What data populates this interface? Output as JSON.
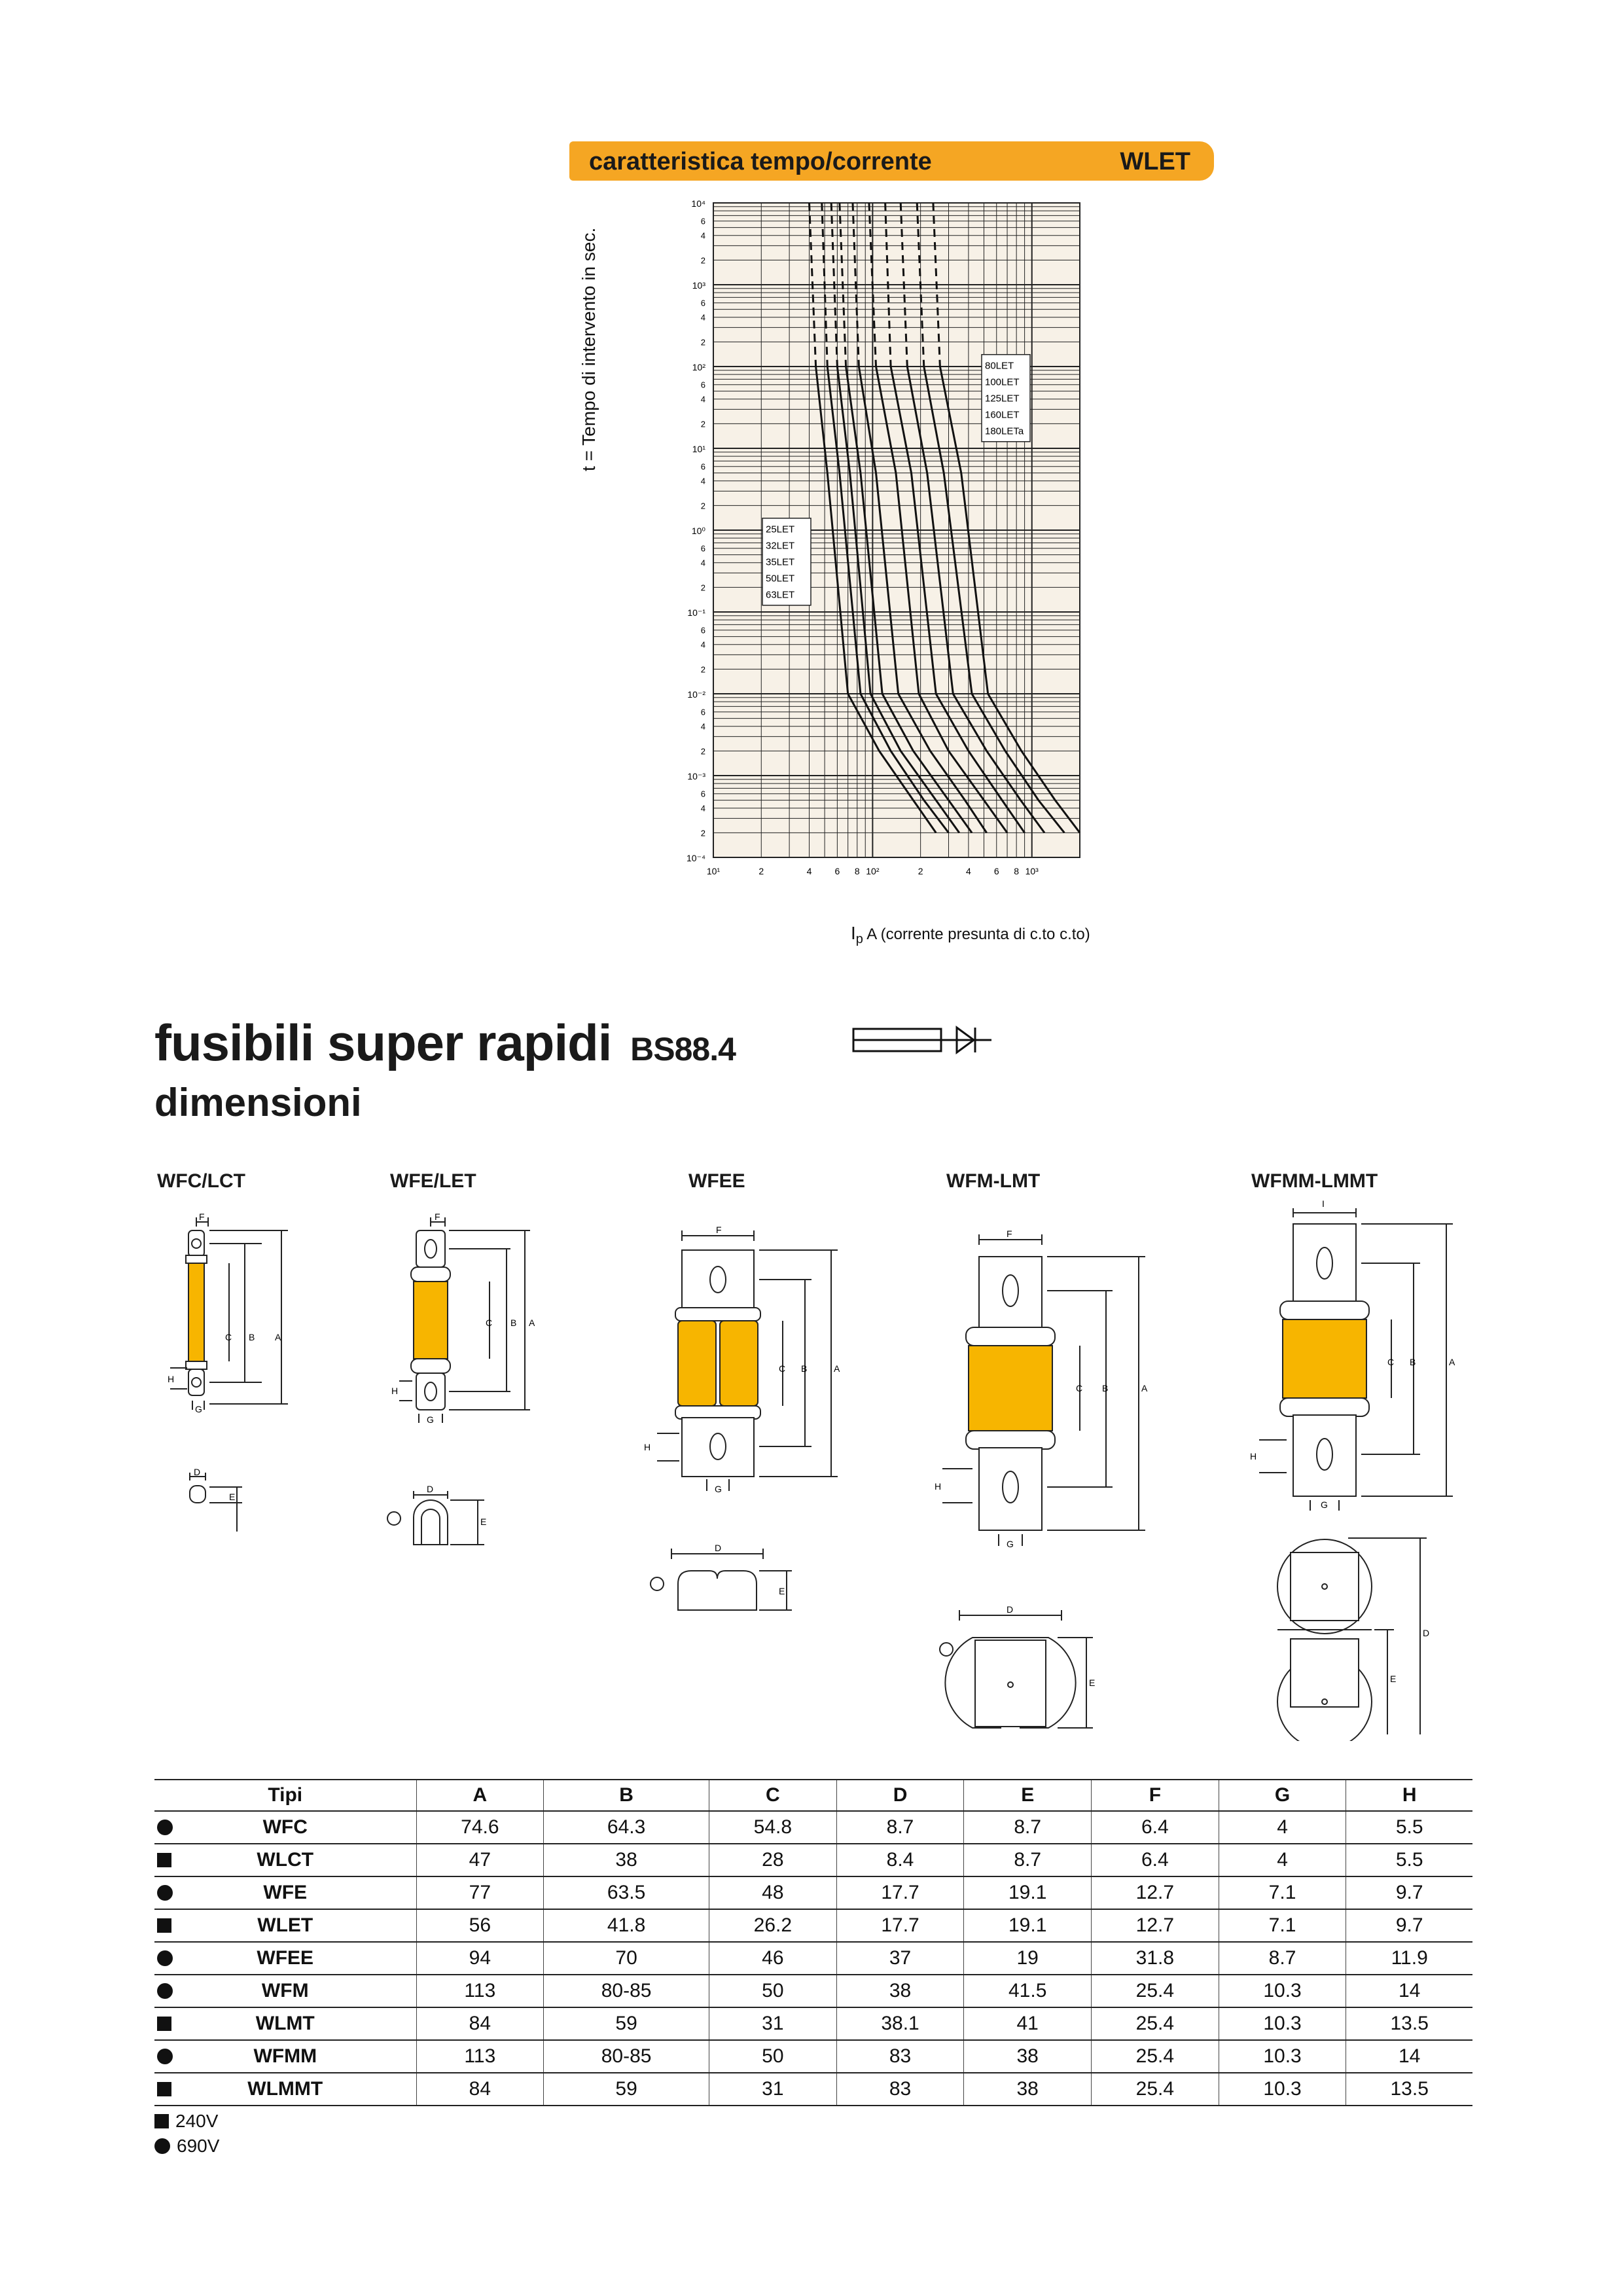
{
  "banner": {
    "title": "caratteristica tempo/corrente",
    "code": "WLET"
  },
  "chart_data": {
    "type": "line",
    "ylabel": "t = Tempo di intervento in sec.",
    "xlabel_symbol": "I",
    "xlabel_sub": "p",
    "xlabel": "A (corrente presunta di c.to c.to)",
    "x_scale": "log",
    "y_scale": "log",
    "xlim": [
      10,
      2000
    ],
    "ylim": [
      0.0001,
      10000
    ],
    "y_decades": [
      "10⁴",
      "10³",
      "10²",
      "10¹",
      "10⁰",
      "10⁻¹",
      "10⁻²",
      "10⁻³",
      "10⁻⁴"
    ],
    "y_minor_labels": [
      "6",
      "4",
      "2"
    ],
    "x_tick_labels": [
      "10¹",
      "2",
      "4",
      "6",
      "8",
      "10²",
      "2",
      "4",
      "6",
      "8",
      "10³"
    ],
    "series": [
      {
        "name": "25LET",
        "x": [
          40,
          44,
          52,
          70,
          110,
          180,
          250
        ],
        "y": [
          10000,
          100,
          5,
          0.01,
          0.002,
          0.0005,
          0.0002
        ]
      },
      {
        "name": "32LET",
        "x": [
          48,
          52,
          62,
          84,
          130,
          210,
          300
        ],
        "y": [
          10000,
          100,
          5,
          0.01,
          0.002,
          0.0005,
          0.0002
        ]
      },
      {
        "name": "35LET",
        "x": [
          55,
          60,
          72,
          97,
          150,
          250,
          350
        ],
        "y": [
          10000,
          100,
          5,
          0.01,
          0.002,
          0.0005,
          0.0002
        ]
      },
      {
        "name": "50LET",
        "x": [
          62,
          68,
          84,
          115,
          180,
          300,
          420
        ],
        "y": [
          10000,
          100,
          5,
          0.01,
          0.002,
          0.0005,
          0.0002
        ]
      },
      {
        "name": "63LET",
        "x": [
          75,
          82,
          105,
          145,
          230,
          380,
          520
        ],
        "y": [
          10000,
          100,
          5,
          0.01,
          0.002,
          0.0005,
          0.0002
        ]
      },
      {
        "name": "80LET",
        "x": [
          95,
          105,
          140,
          195,
          300,
          500,
          700
        ],
        "y": [
          10000,
          100,
          5,
          0.01,
          0.002,
          0.0005,
          0.0002
        ]
      },
      {
        "name": "100LET",
        "x": [
          120,
          130,
          175,
          250,
          400,
          650,
          900
        ],
        "y": [
          10000,
          100,
          5,
          0.01,
          0.002,
          0.0005,
          0.0002
        ]
      },
      {
        "name": "125LET",
        "x": [
          150,
          165,
          220,
          320,
          520,
          850,
          1200
        ],
        "y": [
          10000,
          100,
          5,
          0.01,
          0.002,
          0.0005,
          0.0002
        ]
      },
      {
        "name": "160LET",
        "x": [
          190,
          210,
          280,
          420,
          680,
          1100,
          1600
        ],
        "y": [
          10000,
          100,
          5,
          0.01,
          0.002,
          0.0005,
          0.0002
        ]
      },
      {
        "name": "180LETa",
        "x": [
          240,
          265,
          360,
          530,
          860,
          1400,
          2000
        ],
        "y": [
          10000,
          100,
          5,
          0.01,
          0.002,
          0.0005,
          0.0002
        ]
      }
    ],
    "legend_left": [
      "25LET",
      "32LET",
      "35LET",
      "50LET",
      "63LET"
    ],
    "legend_right": [
      "80LET",
      "100LET",
      "125LET",
      "160LET",
      "180LETa"
    ]
  },
  "heading": {
    "title": "fusibili super rapidi",
    "standard": "BS88.4",
    "subtitle": "dimensioni"
  },
  "models": [
    "WFC/LCT",
    "WFE/LET",
    "WFEE",
    "WFM-LMT",
    "WFMM-LMMT"
  ],
  "dim_letters": {
    "A": "A",
    "B": "B",
    "C": "C",
    "D": "D",
    "E": "E",
    "F": "F",
    "G": "G",
    "H": "H",
    "I": "I"
  },
  "table": {
    "headers": [
      "Tipi",
      "A",
      "B",
      "C",
      "D",
      "E",
      "F",
      "G",
      "H"
    ],
    "rows": [
      {
        "mark": "dot",
        "name": "WFC",
        "v": [
          "74.6",
          "64.3",
          "54.8",
          "8.7",
          "8.7",
          "6.4",
          "4",
          "5.5"
        ]
      },
      {
        "mark": "sq",
        "name": "WLCT",
        "v": [
          "47",
          "38",
          "28",
          "8.4",
          "8.7",
          "6.4",
          "4",
          "5.5"
        ]
      },
      {
        "mark": "dot",
        "name": "WFE",
        "v": [
          "77",
          "63.5",
          "48",
          "17.7",
          "19.1",
          "12.7",
          "7.1",
          "9.7"
        ]
      },
      {
        "mark": "sq",
        "name": "WLET",
        "v": [
          "56",
          "41.8",
          "26.2",
          "17.7",
          "19.1",
          "12.7",
          "7.1",
          "9.7"
        ]
      },
      {
        "mark": "dot",
        "name": "WFEE",
        "v": [
          "94",
          "70",
          "46",
          "37",
          "19",
          "31.8",
          "8.7",
          "11.9"
        ]
      },
      {
        "mark": "dot",
        "name": "WFM",
        "v": [
          "113",
          "80-85",
          "50",
          "38",
          "41.5",
          "25.4",
          "10.3",
          "14"
        ]
      },
      {
        "mark": "sq",
        "name": "WLMT",
        "v": [
          "84",
          "59",
          "31",
          "38.1",
          "41",
          "25.4",
          "10.3",
          "13.5"
        ]
      },
      {
        "mark": "dot",
        "name": "WFMM",
        "v": [
          "113",
          "80-85",
          "50",
          "83",
          "38",
          "25.4",
          "10.3",
          "14"
        ]
      },
      {
        "mark": "sq",
        "name": "WLMMT",
        "v": [
          "84",
          "59",
          "31",
          "83",
          "38",
          "25.4",
          "10.3",
          "13.5"
        ]
      }
    ]
  },
  "legend": {
    "square": "240V",
    "dot": "690V"
  },
  "colors": {
    "accent": "#f5a623",
    "fuse_body": "#f7b500",
    "chart_bg": "#f7f1e7",
    "ink": "#111111"
  }
}
